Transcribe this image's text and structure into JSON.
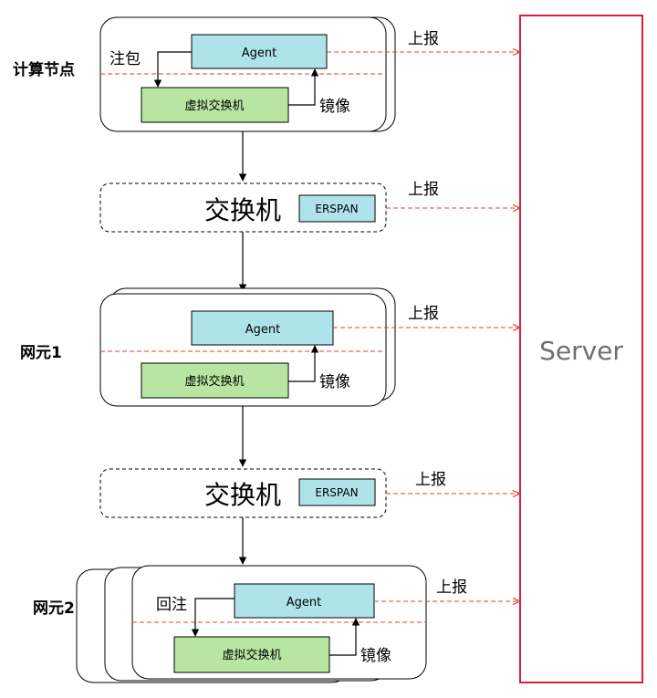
{
  "server": {
    "label": "Server",
    "border_color": "#d6203a",
    "text_color": "#6f6f6f"
  },
  "colors": {
    "agent_fill": "#aee3ea",
    "vswitch_fill": "#b8e5a2",
    "erspan_fill": "#aee3ea",
    "report_line": "#e04040",
    "flow_arrow": "#000000"
  },
  "compute_node": {
    "label": "计算节点",
    "inject_label": "注包",
    "mirror_label": "镜像",
    "agent_label": "Agent",
    "vswitch_label": "虚拟交换机",
    "report_label": "上报"
  },
  "switch_1": {
    "label": "交换机",
    "erspan_label": "ERSPAN",
    "report_label": "上报"
  },
  "network_element_1": {
    "label": "网元1",
    "mirror_label": "镜像",
    "agent_label": "Agent",
    "vswitch_label": "虚拟交换机",
    "report_label": "上报"
  },
  "switch_2": {
    "label": "交换机",
    "erspan_label": "ERSPAN",
    "report_label": "上报"
  },
  "network_element_2": {
    "label": "网元2",
    "return_inject_label": "回注",
    "mirror_label": "镜像",
    "agent_label": "Agent",
    "vswitch_label": "虚拟交换机",
    "report_label": "上报"
  }
}
